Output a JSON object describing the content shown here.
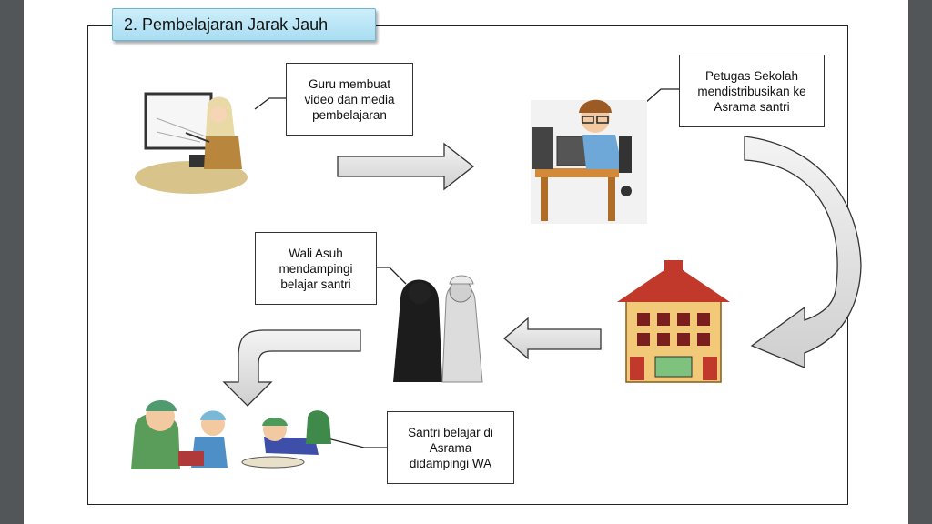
{
  "title": "2. Pembelajaran Jarak Jauh",
  "steps": [
    {
      "lines": [
        "Guru membuat",
        "video dan media",
        "pembelajaran"
      ]
    },
    {
      "lines": [
        "Petugas Sekolah",
        "mendistribusikan ke",
        "Asrama santri"
      ]
    },
    {
      "lines": [
        "Wali Asuh",
        "mendampingi",
        "belajar santri"
      ]
    },
    {
      "lines": [
        "Santri belajar di",
        "Asrama",
        "didampingi WA"
      ]
    }
  ],
  "colors": {
    "tab_fill": "#bfe8f8",
    "arrow_fill": "#d9d9d9",
    "building": "#c0392b"
  }
}
